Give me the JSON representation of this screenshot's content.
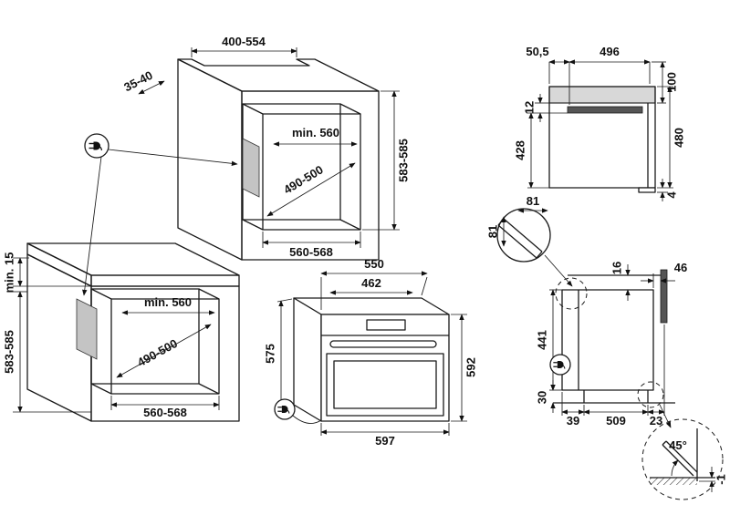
{
  "colors": {
    "line": "#1a1a1a",
    "shade_light": "#d8d8d8",
    "shade_mid": "#c4c4c4",
    "shade_dark": "#555555",
    "background": "#ffffff"
  },
  "column_cabinet": {
    "top_opening": "400-554",
    "panel_offset": "35-40",
    "niche_height": "583-585",
    "min_depth": "min. 560",
    "inner_width": "490-500",
    "niche_width": "560-568"
  },
  "base_cabinet": {
    "top_clearance": "min. 15",
    "niche_height": "583-585",
    "min_depth": "min. 560",
    "inner_width": "490-500",
    "niche_width": "560-568"
  },
  "oven_front": {
    "depth": "550",
    "inner_depth": "462",
    "rear_height": "575",
    "front_height": "592",
    "width": "597"
  },
  "oven_side": {
    "top_front_offset": "50,5",
    "top_length": "496",
    "rear_top_height": "100",
    "top_gap": "12",
    "body_height": "428",
    "total_height": "480",
    "bottom_step": "4"
  },
  "installed_view": {
    "chamfer_width": "81",
    "chamfer_height": "81",
    "top_gap": "16",
    "rear_gap": "46",
    "niche_height": "441",
    "bottom_gap": "30",
    "front_offset": "39",
    "depth": "509",
    "rear_offset": "23"
  },
  "corner_detail": {
    "angle": "45°",
    "floor_offset": "-1"
  }
}
